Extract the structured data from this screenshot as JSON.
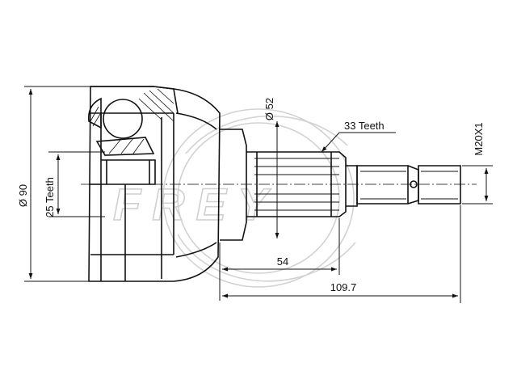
{
  "watermark": {
    "brand": "FREY"
  },
  "dimensions": {
    "outer_diameter": "Ø 90",
    "inner_teeth": "25 Teeth",
    "bell_diameter": "Ø 52",
    "outer_teeth": "33 Teeth",
    "thread": "M20X1",
    "stub_length": "54",
    "total_length": "109.7"
  },
  "colors": {
    "line": "#111111",
    "watermark": "#d0d0d0"
  }
}
